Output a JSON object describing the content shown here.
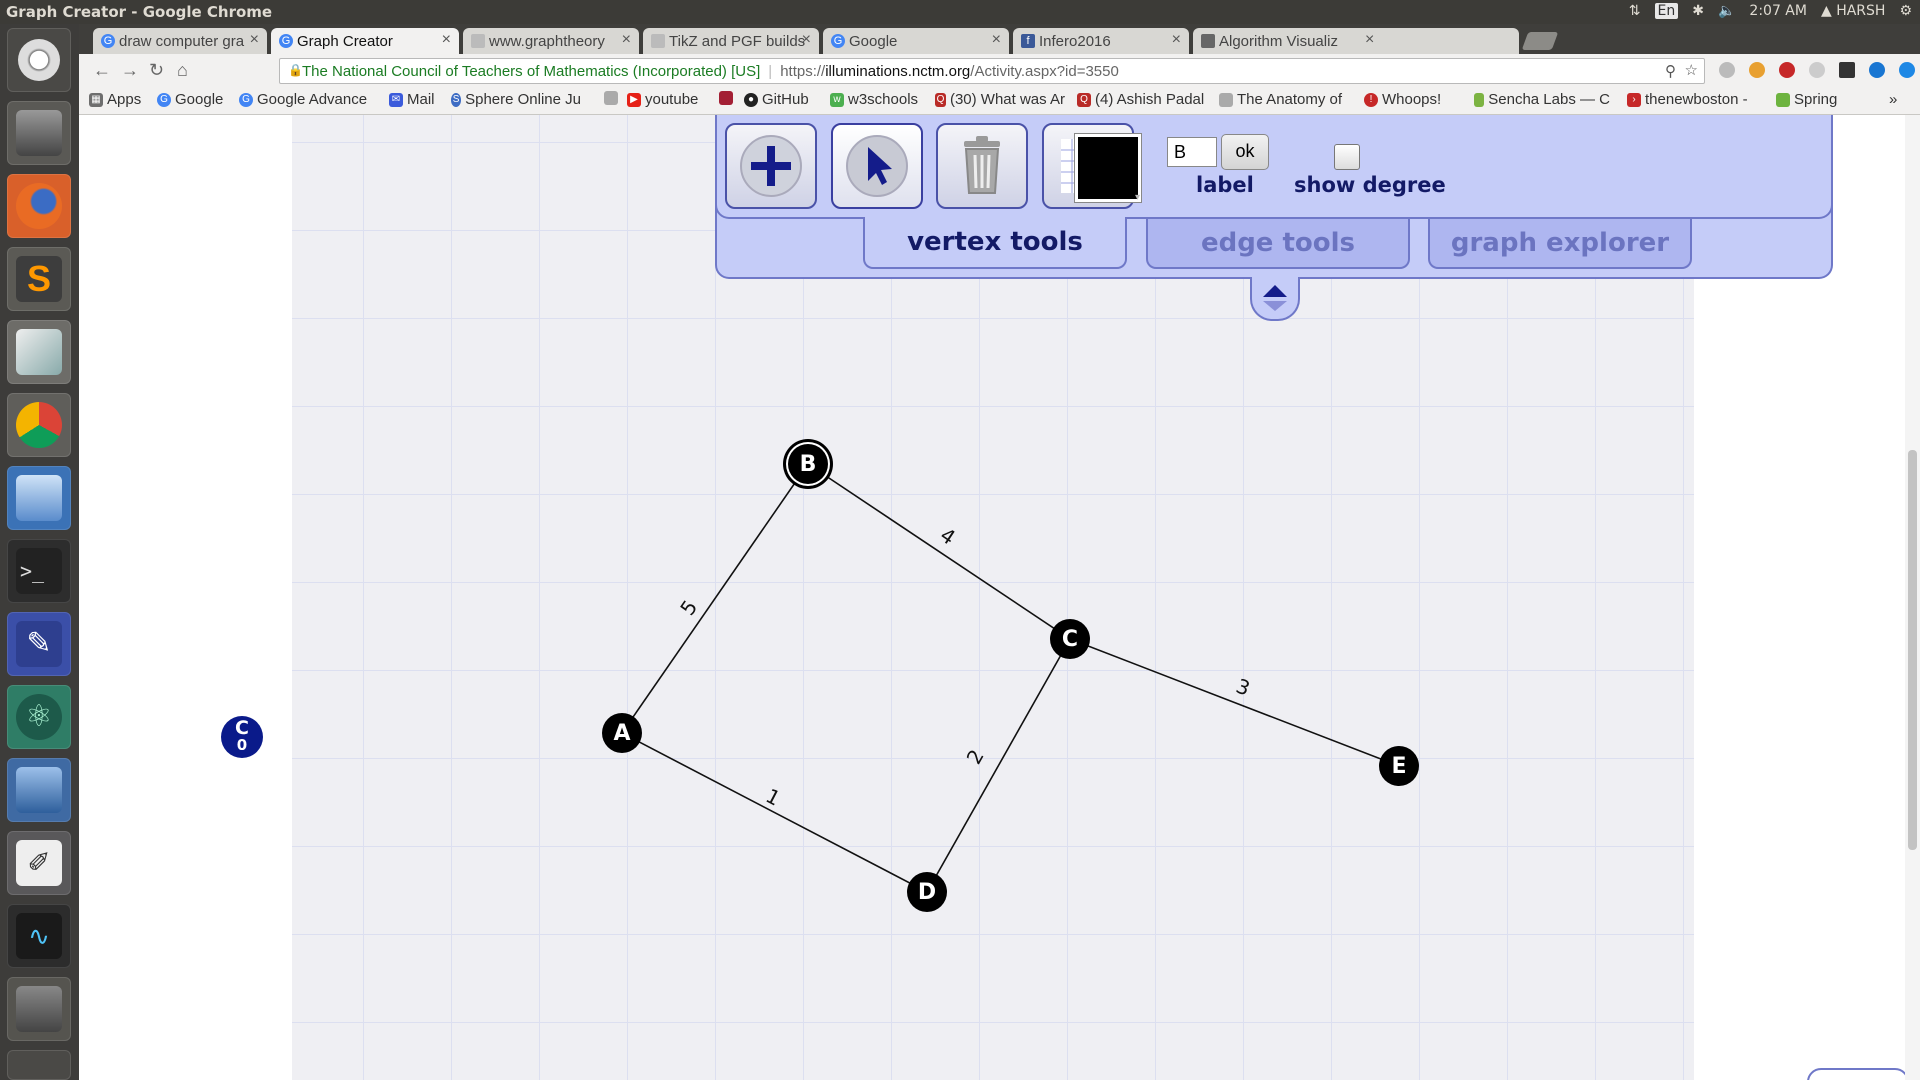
{
  "window": {
    "title": "Graph Creator - Google Chrome"
  },
  "tray": {
    "lang": "En",
    "time": "2:07 AM",
    "user": "HARSH"
  },
  "tabs": [
    {
      "label": "draw computer gra",
      "favicon": "google-g",
      "active": false
    },
    {
      "label": "Graph Creator",
      "favicon": "google-g",
      "active": true
    },
    {
      "label": "www.graphtheory",
      "favicon": "page",
      "active": false
    },
    {
      "label": "TikZ and PGF builds",
      "favicon": "page",
      "active": false
    },
    {
      "label": "Google",
      "favicon": "google-g",
      "active": false
    },
    {
      "label": "Infero2016",
      "favicon": "facebook",
      "active": false
    },
    {
      "label": "Algorithm Visualiz",
      "favicon": "visualgo",
      "active": false
    }
  ],
  "omnibox": {
    "org": "The National Council of Teachers of Mathematics (Incorporated) [US]",
    "separator": "|",
    "scheme": "https://",
    "host": "illuminations.nctm.org",
    "path": "/Activity.aspx?id=3550"
  },
  "bookmarks": [
    {
      "label": "Apps",
      "icon": "apps-grid"
    },
    {
      "label": "Google",
      "icon": "google-g"
    },
    {
      "label": "Google Advance",
      "icon": "google-g"
    },
    {
      "label": "Mail",
      "icon": "mail"
    },
    {
      "label": "Sphere Online Ju",
      "icon": "spoj"
    },
    {
      "label": "",
      "icon": "page"
    },
    {
      "label": "youtube",
      "icon": "youtube"
    },
    {
      "label": "",
      "icon": "ocw"
    },
    {
      "label": "GitHub",
      "icon": "github"
    },
    {
      "label": "w3schools",
      "icon": "w3"
    },
    {
      "label": "(30) What was Ar",
      "icon": "quora"
    },
    {
      "label": "(4) Ashish Padal",
      "icon": "quora"
    },
    {
      "label": "The Anatomy of",
      "icon": "page"
    },
    {
      "label": "Whoops!",
      "icon": "whoops"
    },
    {
      "label": "Sencha Labs — C",
      "icon": "sencha"
    },
    {
      "label": "thenewboston -",
      "icon": "tnb"
    },
    {
      "label": "Spring",
      "icon": "spring"
    }
  ],
  "tools": {
    "add_vertex": "plus-icon",
    "select": "cursor-icon",
    "delete": "trash-icon",
    "snap": "magnet-grid-icon",
    "color": "#000000",
    "label_value": "B",
    "ok_label": "ok",
    "label_caption": "label",
    "show_degree_caption": "show degree",
    "show_degree_checked": false
  },
  "panel_tabs": [
    {
      "label": "vertex tools",
      "active": true
    },
    {
      "label": "edge tools",
      "active": false
    },
    {
      "label": "graph explorer",
      "active": false
    }
  ],
  "components_badge": {
    "letter": "C",
    "count": "0"
  },
  "graph": {
    "selected_vertex": "B",
    "vertices": [
      "A",
      "B",
      "C",
      "D",
      "E"
    ],
    "edges": [
      {
        "from": "A",
        "to": "B",
        "weight": "5"
      },
      {
        "from": "B",
        "to": "C",
        "weight": "4"
      },
      {
        "from": "C",
        "to": "E",
        "weight": "3"
      },
      {
        "from": "C",
        "to": "D",
        "weight": "2"
      },
      {
        "from": "A",
        "to": "D",
        "weight": "1"
      }
    ]
  }
}
